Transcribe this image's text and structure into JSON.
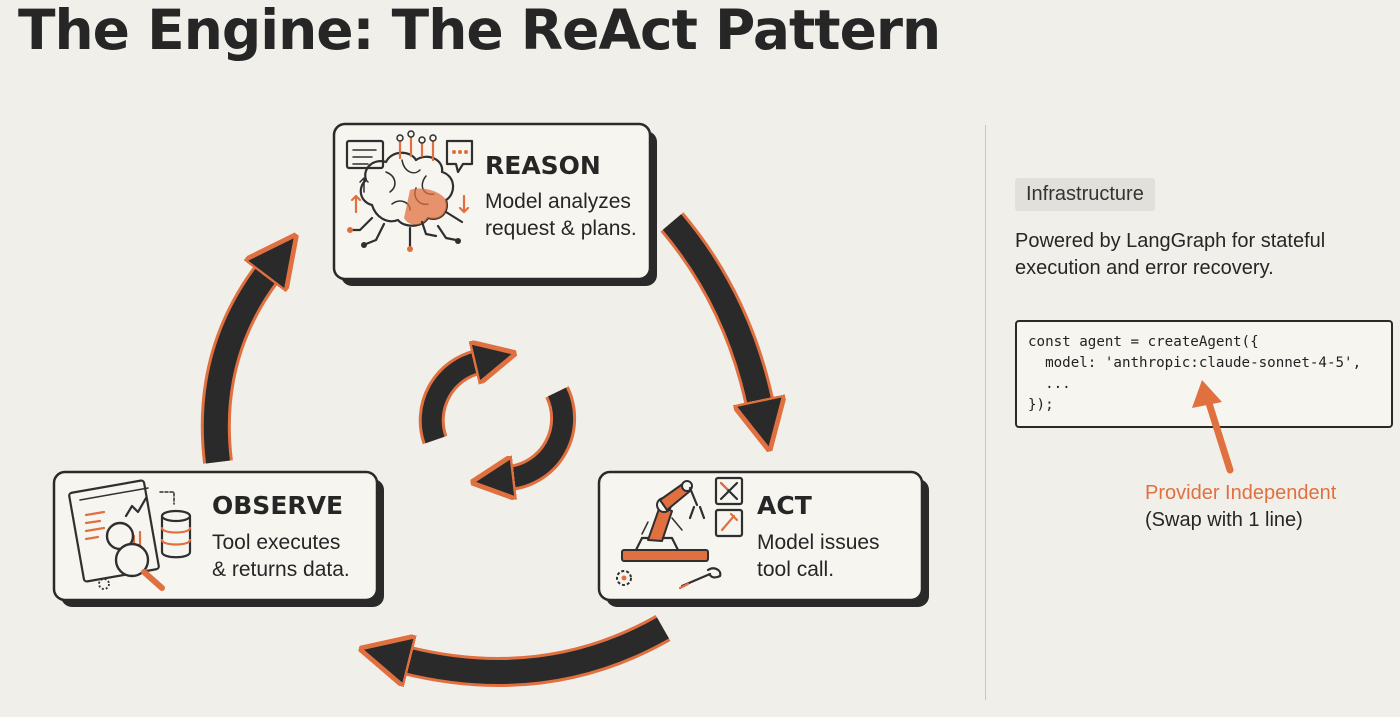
{
  "title": "The Engine: The ReAct Pattern",
  "cycle": {
    "reason": {
      "title": "REASON",
      "line1": "Model analyzes",
      "line2": "request & plans."
    },
    "act": {
      "title": "ACT",
      "line1": "Model issues",
      "line2": "tool call."
    },
    "observe": {
      "title": "OBSERVE",
      "line1": "Tool executes",
      "line2": "& returns data."
    }
  },
  "infrastructure": {
    "tag": "Infrastructure",
    "description": "Powered by LangGraph for stateful execution and error recovery.",
    "code": "const agent = createAgent({\n  model: 'anthropic:claude-sonnet-4-5',\n  ...\n});",
    "annotation_title": "Provider Independent",
    "annotation_sub": "(Swap with 1 line)"
  },
  "colors": {
    "accent": "#e07040",
    "ink": "#2a2a2a",
    "background": "#f1efe9"
  },
  "icons": {
    "reason": "brain-circuit-icon",
    "act": "robot-arm-icon",
    "observe": "magnifier-dashboard-icon",
    "center": "refresh-cycle-icon"
  }
}
